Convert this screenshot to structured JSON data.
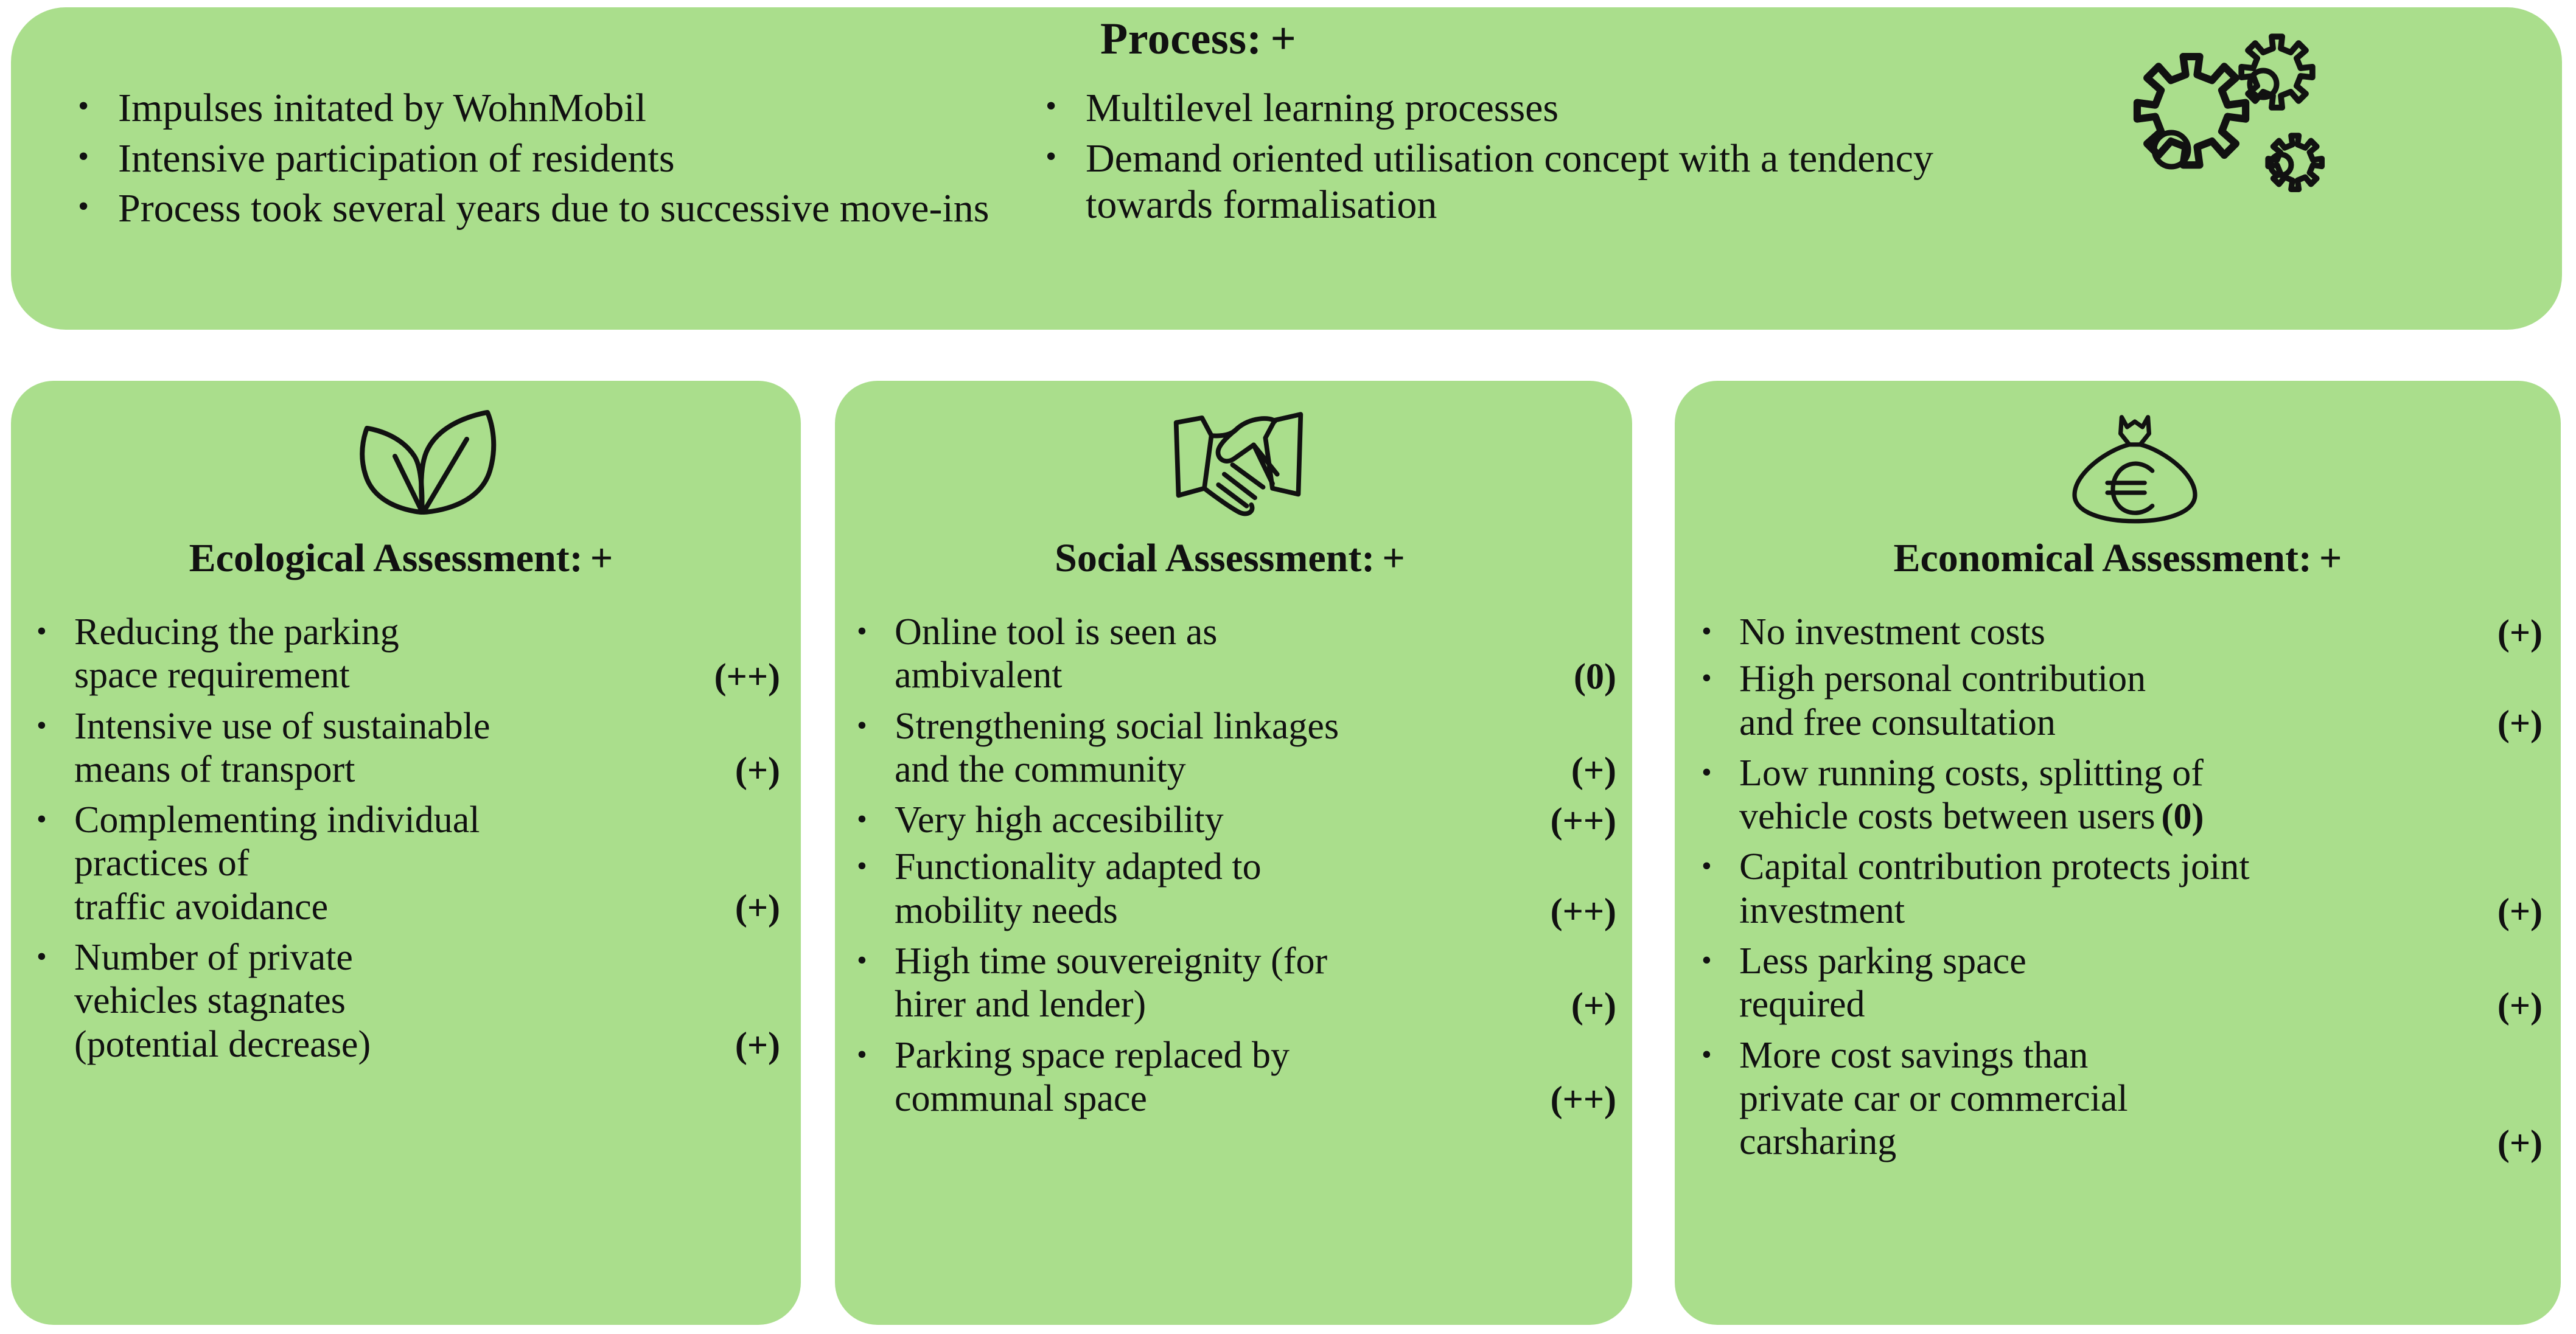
{
  "colors": {
    "card_background": "#AADE8C",
    "page_background": "#FFFFFF",
    "text": "#111111"
  },
  "process": {
    "title_label": "Process:",
    "title_score": "+",
    "icon": "gears-icon",
    "left_bullets": [
      "Impulses initated by WohnMobil",
      "Intensive participation of residents",
      "Process took several years due to successive move-ins"
    ],
    "right_bullets": [
      "Multilevel learning processes",
      "Demand oriented utilisation concept with a tendency towards formalisation"
    ]
  },
  "cards": [
    {
      "id": "ecological",
      "icon": "leaf-icon",
      "title_label": "Ecological Assessment:",
      "title_score": "+",
      "items": [
        {
          "lines": [
            "Reducing the parking",
            "space requirement"
          ],
          "score": "(++)"
        },
        {
          "lines": [
            "Intensive use of sustainable",
            "means of transport"
          ],
          "score": "(+)"
        },
        {
          "lines": [
            "Complementing individual",
            "practices of",
            "traffic avoidance"
          ],
          "score": "(+)"
        },
        {
          "lines": [
            "Number of private",
            "vehicles stagnates",
            "(potential decrease)"
          ],
          "score": "(+)"
        }
      ]
    },
    {
      "id": "social",
      "icon": "handshake-icon",
      "title_label": "Social Assessment:",
      "title_score": "+",
      "items": [
        {
          "lines": [
            "Online tool is seen as",
            "ambivalent"
          ],
          "score": "(0)"
        },
        {
          "lines": [
            "Strengthening social linkages",
            "and the community"
          ],
          "score": "(+)"
        },
        {
          "lines": [
            "Very high accesibility"
          ],
          "score": "(++)"
        },
        {
          "lines": [
            "Functionality adapted to",
            "mobility needs"
          ],
          "score": "(++)"
        },
        {
          "lines": [
            "High time souvereignity (for",
            "hirer and lender)"
          ],
          "score": "(+)"
        },
        {
          "lines": [
            "Parking space replaced by",
            "communal space"
          ],
          "score": "(++)"
        }
      ]
    },
    {
      "id": "economical",
      "icon": "money-bag-euro-icon",
      "title_label": "Economical Assessment:",
      "title_score": "+",
      "items": [
        {
          "lines": [
            "No investment costs"
          ],
          "score": "(+)"
        },
        {
          "lines": [
            "High personal contribution",
            "and free consultation"
          ],
          "score": "(+)"
        },
        {
          "lines": [
            "Low running costs, splitting of",
            "vehicle costs between users"
          ],
          "score": "(0)",
          "score_inline": true
        },
        {
          "lines": [
            "Capital contribution protects joint",
            "investment"
          ],
          "score": "(+)"
        },
        {
          "lines": [
            "Less parking space",
            "required"
          ],
          "score": "(+)"
        },
        {
          "lines": [
            "More cost savings than",
            "private car or commercial",
            "carsharing"
          ],
          "score": "(+)"
        }
      ]
    }
  ]
}
